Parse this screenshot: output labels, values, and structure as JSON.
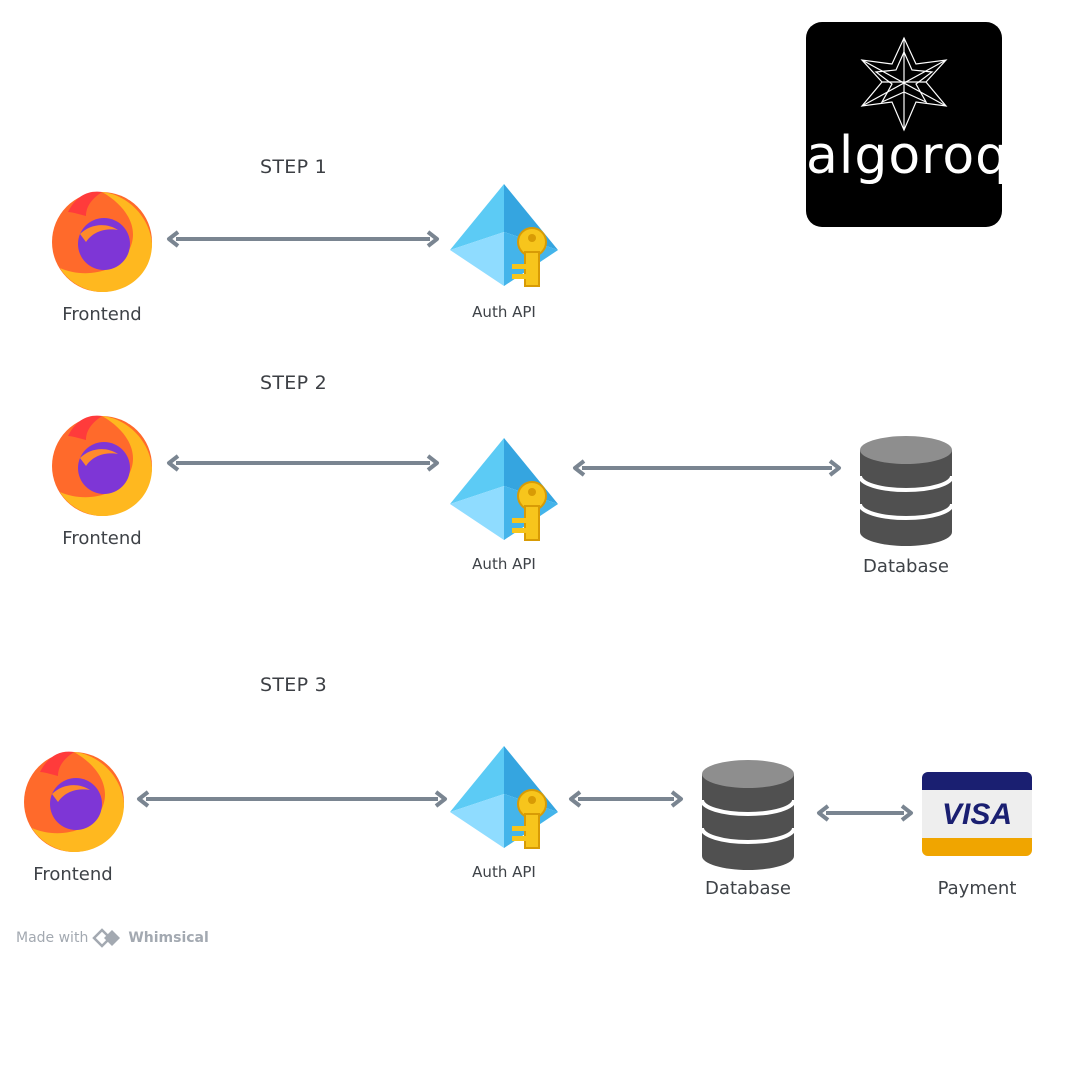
{
  "logo": {
    "text": "algoroq",
    "color": "#000000"
  },
  "steps": [
    {
      "label": "STEP 1"
    },
    {
      "label": "STEP 2"
    },
    {
      "label": "STEP 3"
    }
  ],
  "nodes": {
    "frontend": "Frontend",
    "auth_api": "Auth API",
    "database": "Database",
    "payment": "Payment"
  },
  "visa_card": {
    "text": "VISA",
    "top_color": "#1a1f71",
    "bottom_color": "#f0a500"
  },
  "footer": {
    "prefix": "Made with",
    "brand": "Whimsical"
  },
  "colors": {
    "arrow": "#7a8591",
    "text": "#3e4247"
  }
}
